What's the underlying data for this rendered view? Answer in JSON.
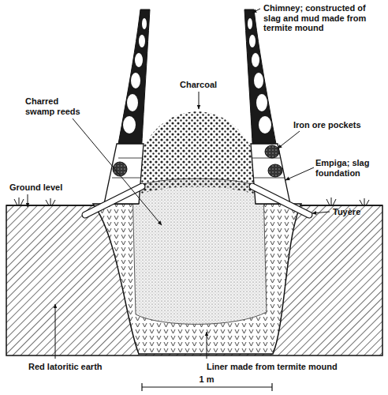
{
  "diagram": {
    "labels": [
      "Chimney; constructed of slag and mud made from termite mound",
      "Charcoal",
      "Iron ore pockets",
      "Charred swamp reeds",
      "Empiga; slag foundation",
      "Ground level",
      "Tuyère",
      "Red latoritic earth",
      "Liner made from termite mound",
      "1 m"
    ]
  }
}
